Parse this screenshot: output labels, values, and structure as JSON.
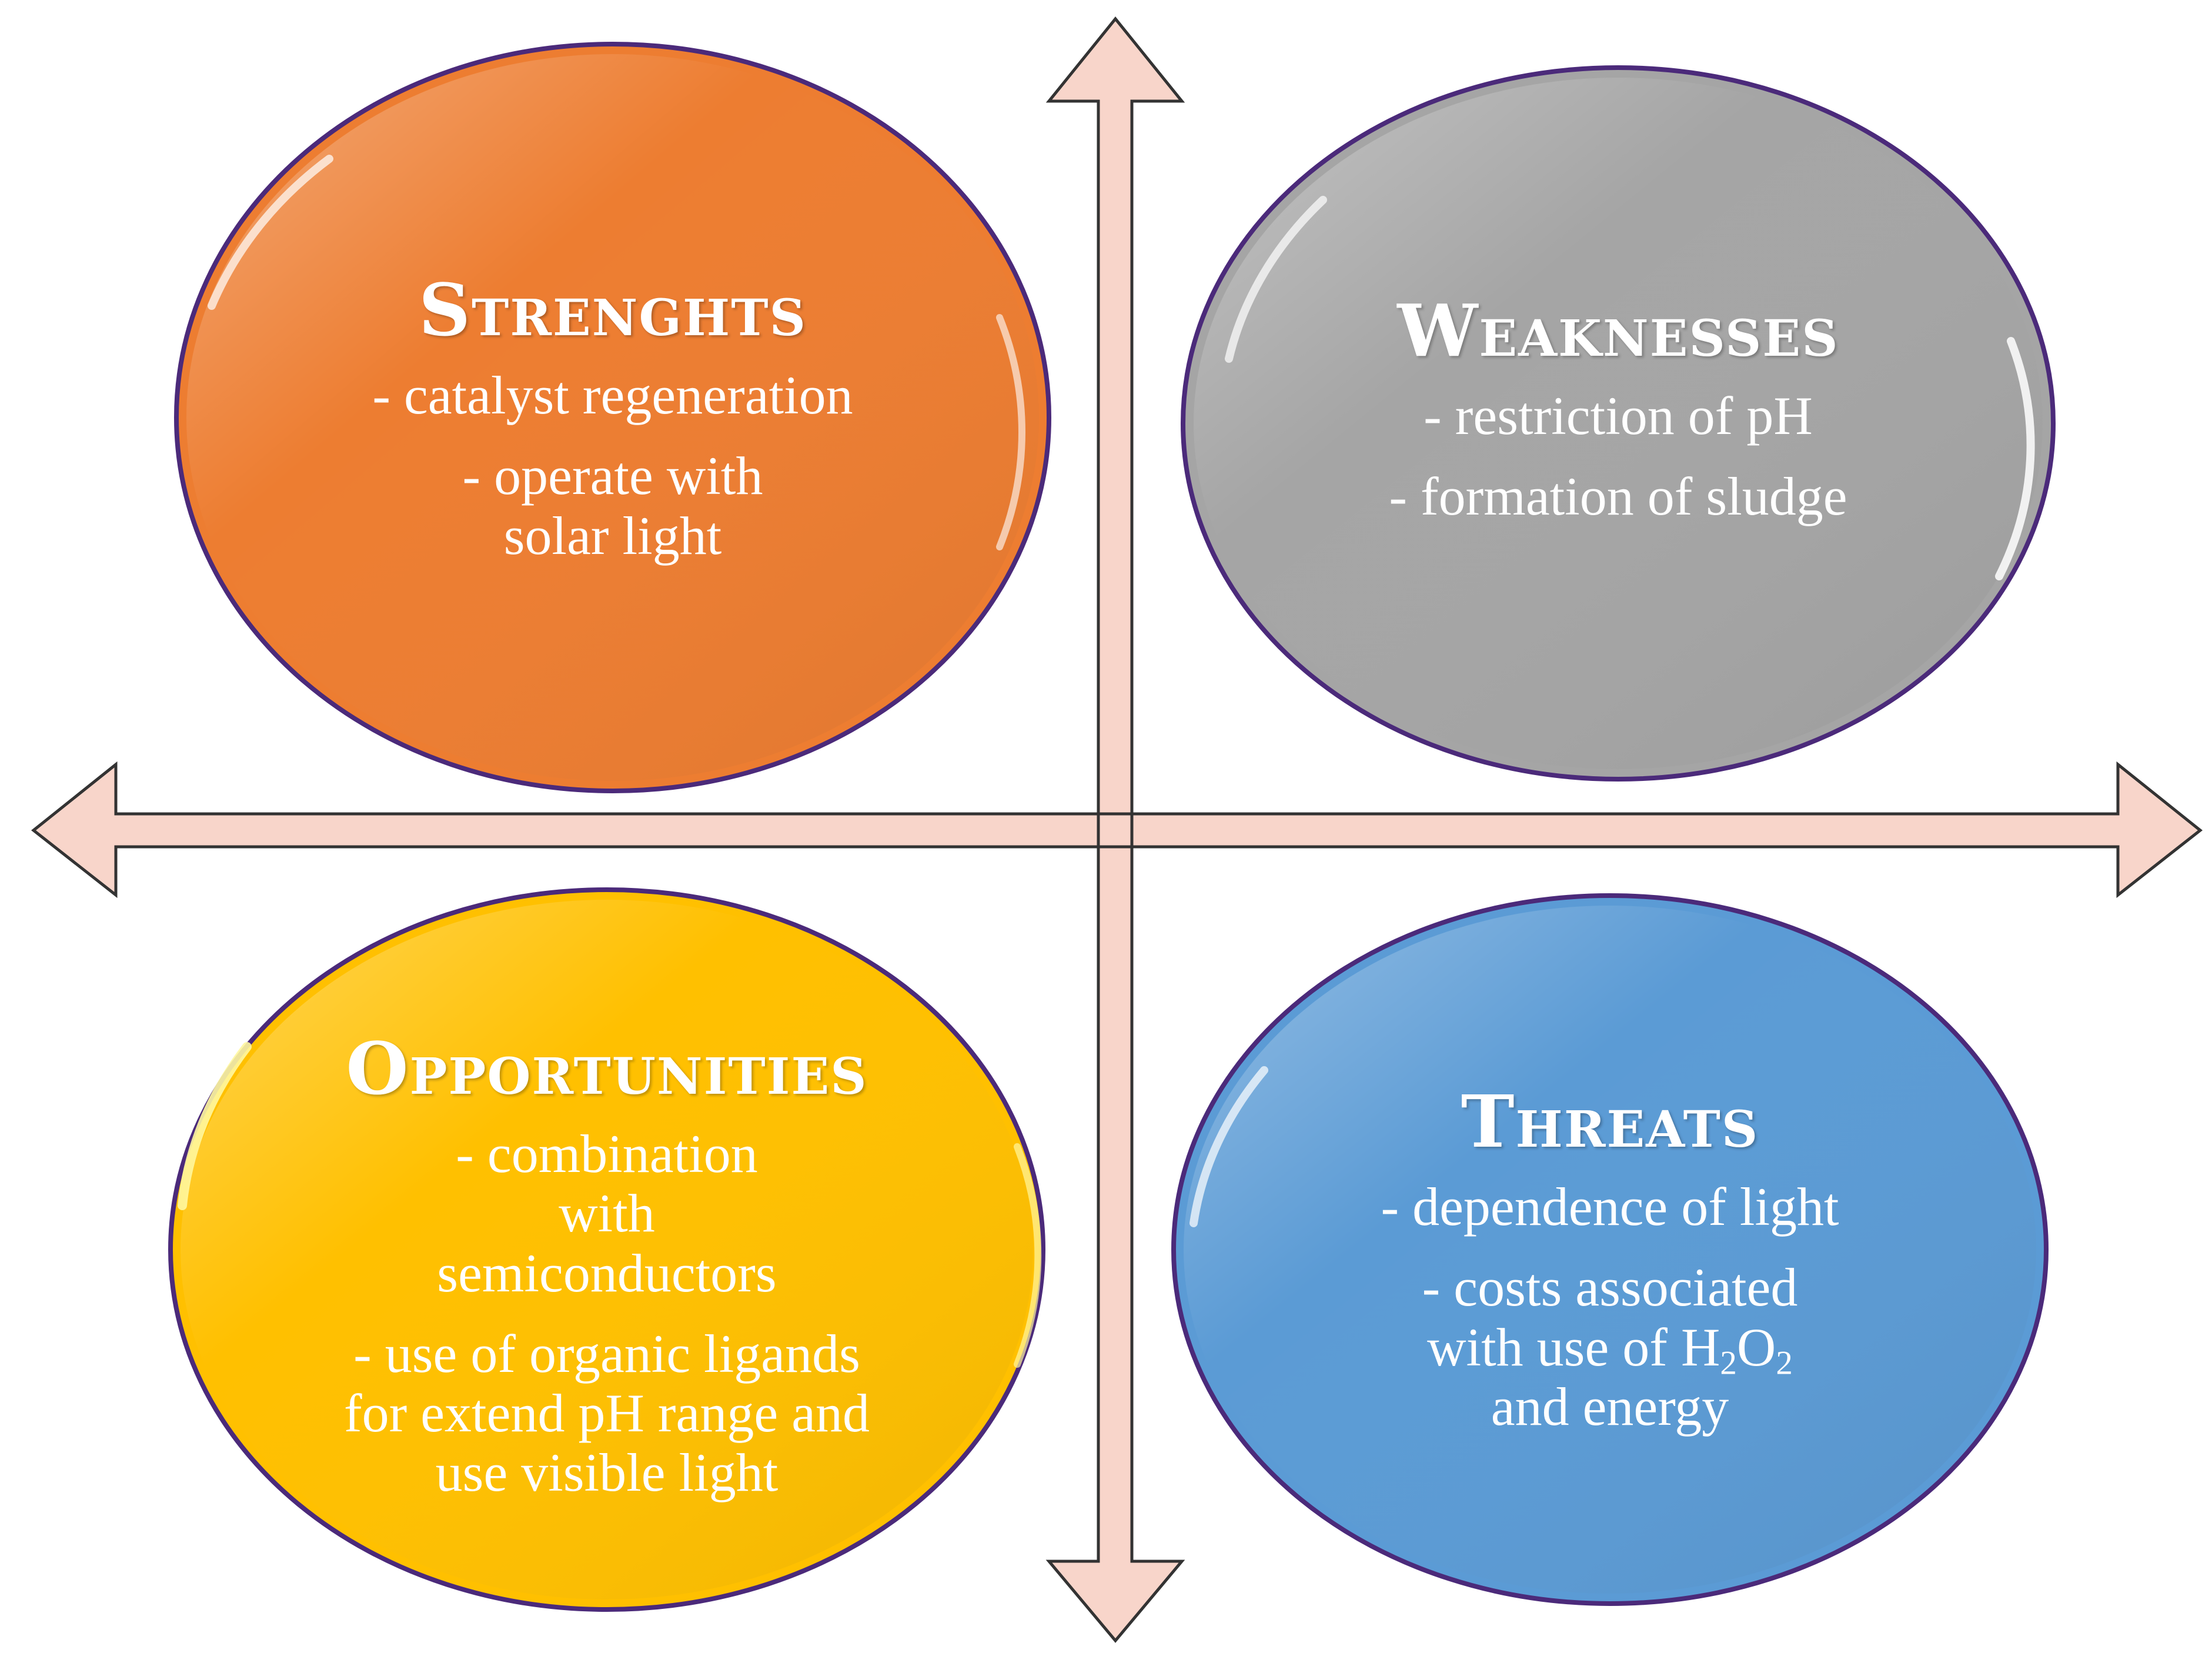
{
  "quadrants": {
    "strengths": {
      "title": "Strenghts",
      "items": [
        "- catalyst regeneration",
        "- operate with solar light"
      ],
      "color": "#ED7D31"
    },
    "weaknesses": {
      "title": "Weaknesses",
      "items": [
        "- restriction of pH",
        "- formation of sludge"
      ],
      "color": "#A5A5A5"
    },
    "opportunities": {
      "title": "Opportunities",
      "items": [
        "- combination with semiconductors",
        "- use of organic ligands for extend pH range and use visible light"
      ],
      "color": "#FFC000"
    },
    "threats": {
      "title": "Threats",
      "items": [
        "- dependence of light"
      ],
      "item2": {
        "prefix": "- costs associated with use of H",
        "sub1": "2",
        "mid": "O",
        "sub2": "2",
        "suffix": " and energy"
      },
      "color": "#5B9BD5"
    }
  },
  "colors": {
    "arrow_fill": "#F8D5CA",
    "arrow_stroke": "#333333",
    "ellipse_outline": "#4B2A7A"
  }
}
